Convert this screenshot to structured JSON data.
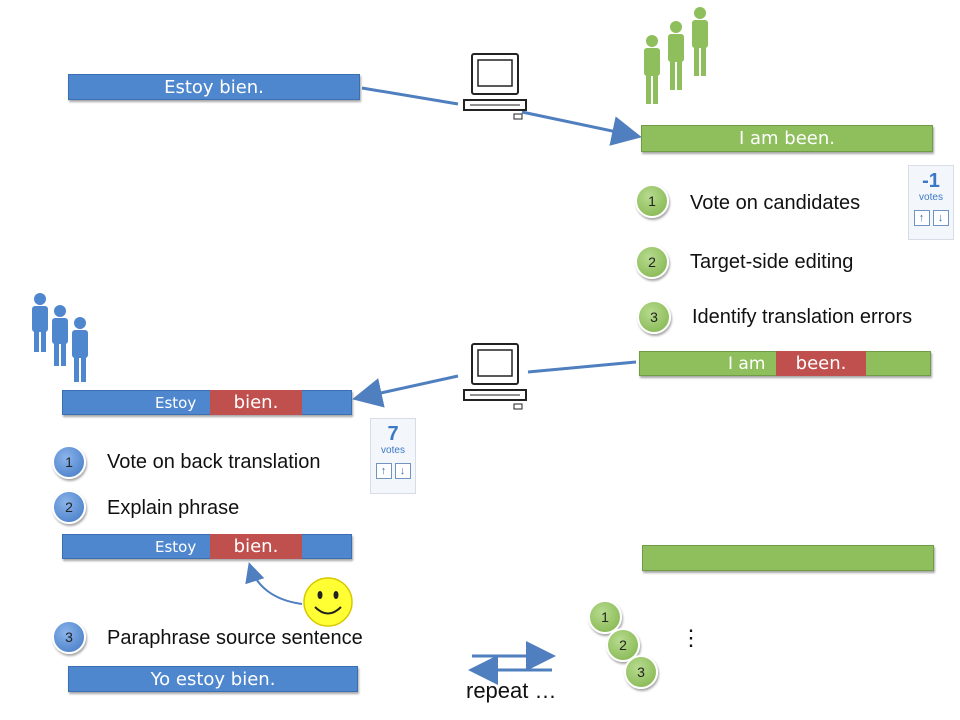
{
  "top": {
    "source_bar": "Estoy bien.",
    "target_bar": "I am been.",
    "target_steps": [
      {
        "num": "1",
        "label": "Vote on candidates"
      },
      {
        "num": "2",
        "label": "Target-side editing"
      },
      {
        "num": "3",
        "label": "Identify translation errors"
      }
    ],
    "vote_widget": {
      "count": "-1",
      "word": "votes"
    }
  },
  "middle": {
    "target_bar_prefix": "I am",
    "target_bar_error": "been.",
    "source_bar_prefix": "Estoy",
    "source_bar_error": "bien.",
    "source_steps": [
      {
        "num": "1",
        "label": "Vote on back translation"
      },
      {
        "num": "2",
        "label": "Explain phrase"
      },
      {
        "num": "3",
        "label": "Paraphrase source sentence"
      }
    ],
    "vote_widget": {
      "count": "7",
      "word": "votes"
    },
    "explain_bar_prefix": "Estoy",
    "explain_bar_error": "bien.",
    "paraphrase_bar": "Yo estoy bien."
  },
  "bottom": {
    "repeat_label": "repeat …",
    "stack_numbers": [
      "1",
      "2",
      "3"
    ],
    "ellipsis": "⋮"
  },
  "icons": [
    "computer-icon",
    "people-icon",
    "smiley-icon",
    "thumbs-up-arrow-icon",
    "thumbs-down-arrow-icon"
  ]
}
